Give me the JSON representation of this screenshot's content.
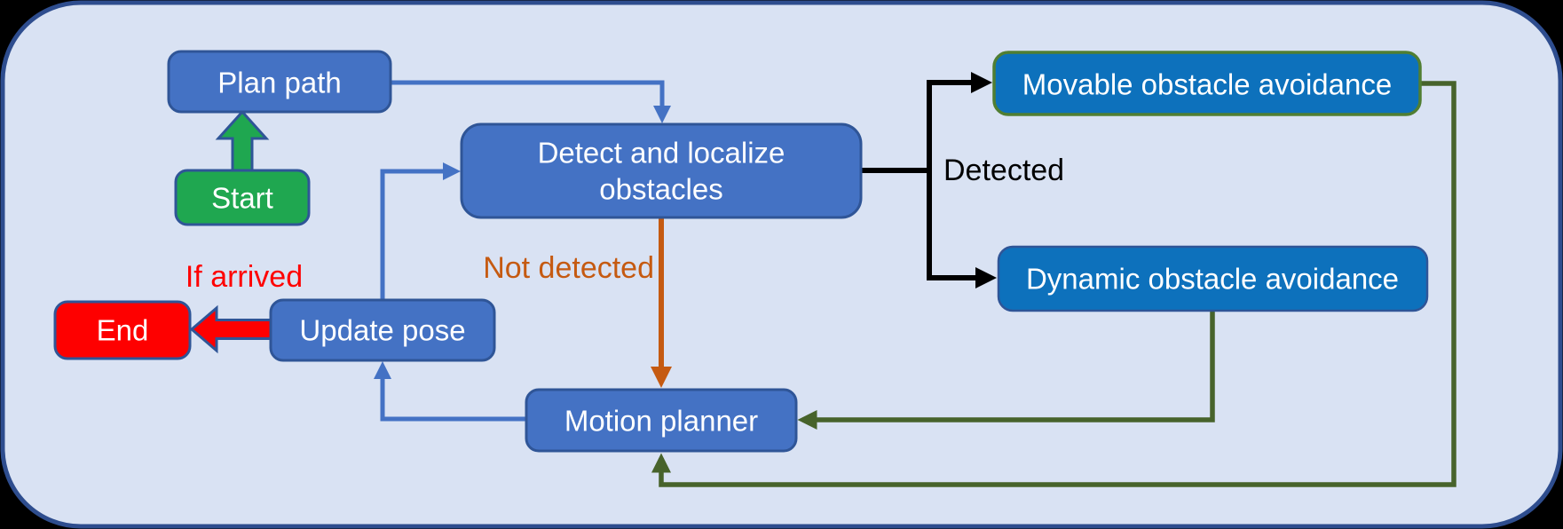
{
  "diagram": {
    "nodes": {
      "plan_path": {
        "label": "Plan path",
        "fill": "#4472C4",
        "border": "#2F5597"
      },
      "start": {
        "label": "Start",
        "fill": "#1FA750",
        "border": "#2F5597"
      },
      "detect": {
        "label_lines": [
          "Detect and localize",
          "obstacles"
        ],
        "fill": "#4472C4",
        "border": "#2F5597"
      },
      "movable": {
        "label": "Movable obstacle avoidance",
        "fill": "#0D71BC",
        "border": "#507E32"
      },
      "dynamic": {
        "label": "Dynamic obstacle avoidance",
        "fill": "#0D71BC",
        "border": "#2F5597"
      },
      "update_pose": {
        "label": "Update pose",
        "fill": "#4472C4",
        "border": "#2F5597"
      },
      "end": {
        "label": "End",
        "fill": "#FE0000",
        "border": "#2F5597"
      },
      "motion": {
        "label": "Motion planner",
        "fill": "#4472C4",
        "border": "#2F5597"
      }
    },
    "edge_labels": {
      "detected": {
        "text": "Detected",
        "color": "#000000"
      },
      "not_detected": {
        "text": "Not detected",
        "color": "#C55A11"
      },
      "if_arrived": {
        "text": "If arrived",
        "color": "#FF0000"
      }
    },
    "edges": [
      {
        "from": "Start",
        "to": "Plan path",
        "style": "green-block-arrow"
      },
      {
        "from": "Plan path",
        "to": "Detect and localize obstacles",
        "style": "blue"
      },
      {
        "from": "Detect and localize obstacles",
        "to": "Movable obstacle avoidance",
        "style": "black",
        "label": "Detected"
      },
      {
        "from": "Detect and localize obstacles",
        "to": "Dynamic obstacle avoidance",
        "style": "black",
        "label": "Detected"
      },
      {
        "from": "Detect and localize obstacles",
        "to": "Motion planner",
        "style": "orange",
        "label": "Not detected"
      },
      {
        "from": "Movable obstacle avoidance",
        "to": "Motion planner",
        "style": "dark-green"
      },
      {
        "from": "Dynamic obstacle avoidance",
        "to": "Motion planner",
        "style": "dark-green"
      },
      {
        "from": "Motion planner",
        "to": "Update pose",
        "style": "blue"
      },
      {
        "from": "Update pose",
        "to": "Detect and localize obstacles",
        "style": "blue"
      },
      {
        "from": "Update pose",
        "to": "End",
        "style": "red-block-arrow",
        "label": "If arrived"
      }
    ],
    "colors": {
      "page_bg": "#000000",
      "canvas_fill": "#D9E2F3",
      "canvas_border": "#2E4D8E",
      "connector_blue": "#4472C4",
      "connector_black": "#000000",
      "connector_green": "#47632B",
      "connector_orange": "#C55A11"
    }
  }
}
